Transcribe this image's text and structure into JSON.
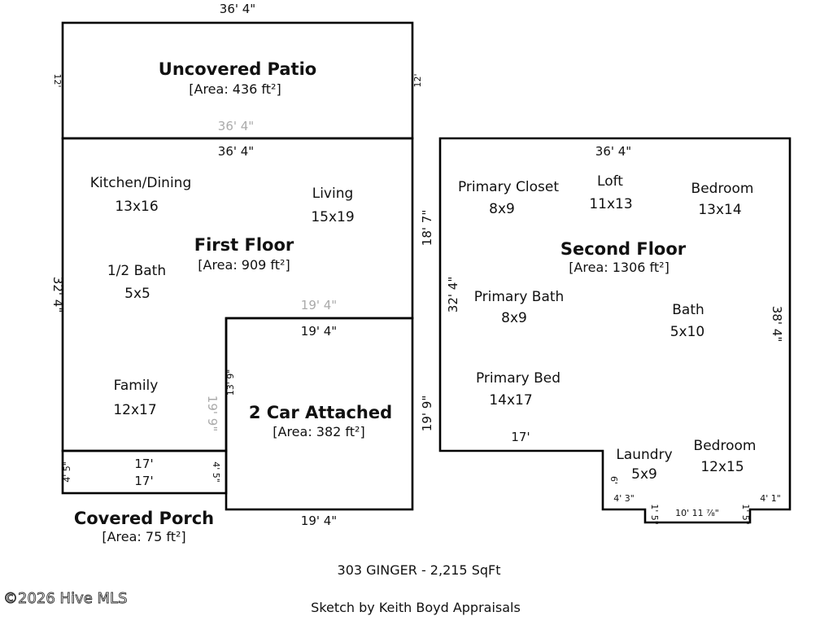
{
  "areas": {
    "patio": {
      "name": "Uncovered Patio",
      "area": "[Area: 436 ft²]"
    },
    "first_floor": {
      "name": "First Floor",
      "area": "[Area: 909 ft²]"
    },
    "garage": {
      "name": "2 Car Attached",
      "area": "[Area: 382 ft²]"
    },
    "porch": {
      "name": "Covered Porch",
      "area": "[Area: 75 ft²]"
    },
    "second_floor": {
      "name": "Second Floor",
      "area": "[Area: 1306 ft²]"
    }
  },
  "rooms": {
    "kitchen_dining": {
      "name": "Kitchen/Dining",
      "size": "13x16"
    },
    "living": {
      "name": "Living",
      "size": "15x19"
    },
    "half_bath": {
      "name": "1/2 Bath",
      "size": "5x5"
    },
    "family": {
      "name": "Family",
      "size": "12x17"
    },
    "primary_closet": {
      "name": "Primary Closet",
      "size": "8x9"
    },
    "loft": {
      "name": "Loft",
      "size": "11x13"
    },
    "bedroom_1": {
      "name": "Bedroom",
      "size": "13x14"
    },
    "primary_bath": {
      "name": "Primary Bath",
      "size": "8x9"
    },
    "bath": {
      "name": "Bath",
      "size": "5x10"
    },
    "primary_bed": {
      "name": "Primary Bed",
      "size": "14x17"
    },
    "laundry": {
      "name": "Laundry",
      "size": "5x9"
    },
    "bedroom_2": {
      "name": "Bedroom",
      "size": "12x15"
    }
  },
  "dimensions": {
    "patio_top": "36' 4\"",
    "patio_left": "12'",
    "patio_right": "12'",
    "patio_bottom_grey": "36' 4\"",
    "first_top": "36' 4\"",
    "first_left": "32' 4\"",
    "first_right": "18' 7\"",
    "grey_19_4": "19' 4\"",
    "garage_top": "19' 4\"",
    "garage_left": "13' 9\"",
    "grey_19_9": "19' 9\"",
    "garage_bottom": "19' 4\"",
    "garage_right": "19' 9\"",
    "porch_top": "17'",
    "porch_bottom": "17'",
    "porch_left": "4' 5\"",
    "porch_right": "4' 5\"",
    "second_top": "36' 4\"",
    "second_left": "32' 4\"",
    "second_right": "38' 4\"",
    "second_bottom_left": "17'",
    "second_step_left": "6'",
    "second_small_left": "4' 3\"",
    "second_notch_left": "1' 5\"",
    "second_notch_bottom": "10' 11 ⅞\"",
    "second_notch_right": "1' 5\"",
    "second_small_right": "4' 1\""
  },
  "footer": {
    "address": "303 GINGER - 2,215 SqFt",
    "credit": "Sketch by Keith Boyd Appraisals",
    "copyright": "©2026 Hive MLS"
  }
}
